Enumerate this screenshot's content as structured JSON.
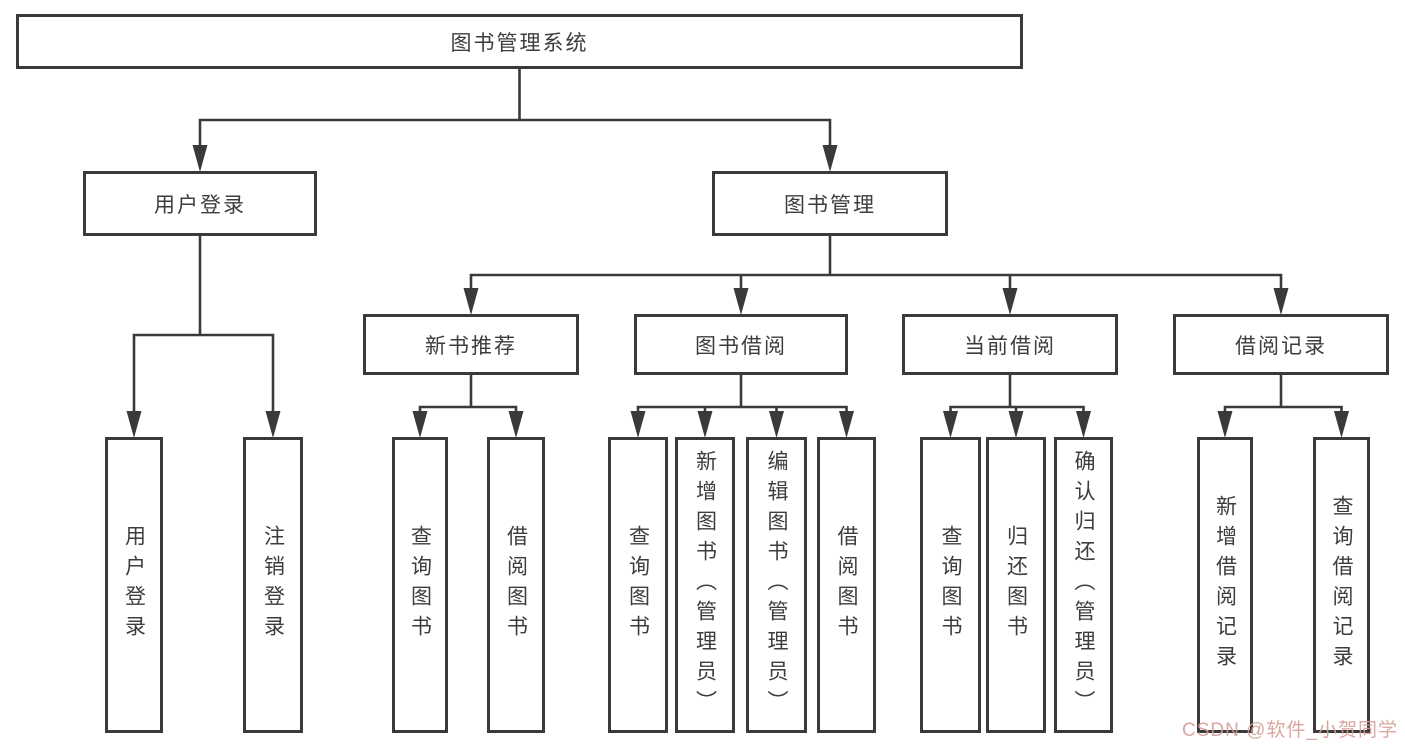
{
  "diagram": {
    "title": "图书管理系统",
    "watermark": "CSDN @软件_小贺同学",
    "colors": {
      "line": "#3a3a3a",
      "box_border": "#3a3a3a",
      "box_background": "#ffffff",
      "text": "#3d3d3d",
      "watermark": "#d59d97"
    },
    "nodes": [
      {
        "id": "root",
        "label": "图书管理系统",
        "level": 1
      },
      {
        "id": "user-login",
        "label": "用户登录",
        "level": 2
      },
      {
        "id": "book-mgmt",
        "label": "图书管理",
        "level": 2
      },
      {
        "id": "new-book-rec",
        "label": "新书推荐",
        "level": 3
      },
      {
        "id": "book-borrow",
        "label": "图书借阅",
        "level": 3
      },
      {
        "id": "current-borrow",
        "label": "当前借阅",
        "level": 3
      },
      {
        "id": "borrow-records",
        "label": "借阅记录",
        "level": 3
      },
      {
        "id": "leaf-user-login",
        "label": "用户登录",
        "level": 4
      },
      {
        "id": "leaf-logout",
        "label": "注销登录",
        "level": 4
      },
      {
        "id": "leaf-query-books-1",
        "label": "查询图书",
        "level": 4
      },
      {
        "id": "leaf-borrow-books-1",
        "label": "借阅图书",
        "level": 4
      },
      {
        "id": "leaf-query-books-2",
        "label": "查询图书",
        "level": 4
      },
      {
        "id": "leaf-add-books",
        "label": "新增图书（管理员）",
        "level": 4
      },
      {
        "id": "leaf-edit-books",
        "label": "编辑图书（管理员）",
        "level": 4
      },
      {
        "id": "leaf-borrow-books-2",
        "label": "借阅图书",
        "level": 4
      },
      {
        "id": "leaf-query-books-3",
        "label": "查询图书",
        "level": 4
      },
      {
        "id": "leaf-return-books",
        "label": "归还图书",
        "level": 4
      },
      {
        "id": "leaf-confirm-return",
        "label": "确认归还（管理员）",
        "level": 4
      },
      {
        "id": "leaf-add-borrow-record",
        "label": "新增借阅记录",
        "level": 4
      },
      {
        "id": "leaf-query-borrow-record",
        "label": "查询借阅记录",
        "level": 4
      }
    ],
    "edges": [
      {
        "parent": "root",
        "children": [
          "user-login",
          "book-mgmt"
        ]
      },
      {
        "parent": "user-login",
        "children": [
          "leaf-user-login",
          "leaf-logout"
        ]
      },
      {
        "parent": "book-mgmt",
        "children": [
          "new-book-rec",
          "book-borrow",
          "current-borrow",
          "borrow-records"
        ]
      },
      {
        "parent": "new-book-rec",
        "children": [
          "leaf-query-books-1",
          "leaf-borrow-books-1"
        ]
      },
      {
        "parent": "book-borrow",
        "children": [
          "leaf-query-books-2",
          "leaf-add-books",
          "leaf-edit-books",
          "leaf-borrow-books-2"
        ]
      },
      {
        "parent": "current-borrow",
        "children": [
          "leaf-query-books-3",
          "leaf-return-books",
          "leaf-confirm-return"
        ]
      },
      {
        "parent": "borrow-records",
        "children": [
          "leaf-add-borrow-record",
          "leaf-query-borrow-record"
        ]
      }
    ]
  }
}
